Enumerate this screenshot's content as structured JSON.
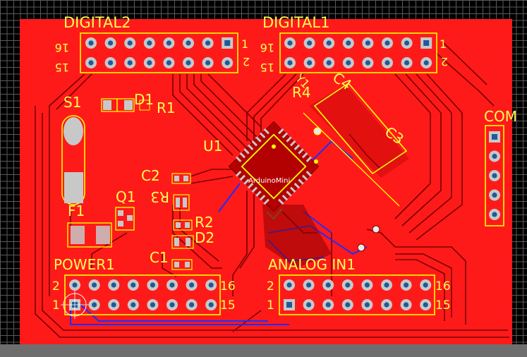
{
  "board": {
    "colors": {
      "copper_top": "#ff1a1a",
      "copper_bottom": "#1e2dff",
      "silkscreen": "#ffff00",
      "pad": "#c8c8c8",
      "grid": "#5a5a5a",
      "background": "#000000"
    },
    "labels": {
      "digital2": "DIGITAL2",
      "digital1": "DIGITAL1",
      "s1": "S1",
      "d1": "D1",
      "r1": "R1",
      "r4": "R4",
      "c4": "C4",
      "c3": "C3",
      "u1": "U1",
      "y1": "Y1",
      "com": "COM",
      "c2": "C2",
      "r3": "R3",
      "q1": "Q1",
      "f1": "F1",
      "r2": "R2",
      "d2": "D2",
      "c1": "C1",
      "power1": "POWER1",
      "analog_in1": "ANALOG IN1",
      "arduino_mini": "ArduinoMini"
    },
    "pin_numbers": {
      "d2_16": "16",
      "d2_1": "1",
      "d2_15": "15",
      "d2_2": "2",
      "d1_16": "16",
      "d1_1": "1",
      "d1_15": "15",
      "d1_2": "2",
      "p1_2": "2",
      "p1_1": "1",
      "p1_16": "16",
      "p1_15": "15",
      "a1_2": "2",
      "a1_1": "1",
      "a1_16": "16",
      "a1_15": "15"
    }
  }
}
